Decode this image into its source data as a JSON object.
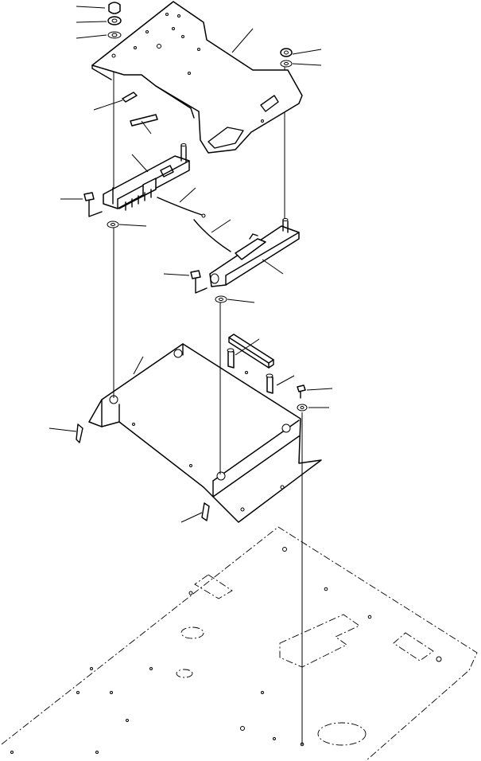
{
  "figure": {
    "kind": "exploded-parts-view",
    "background": "#ffffff",
    "line_color": "#000000",
    "text_labels": []
  },
  "parts": [
    {
      "name": "cap"
    },
    {
      "name": "nut"
    },
    {
      "name": "washer"
    },
    {
      "name": "upper-mounting-plate"
    },
    {
      "name": "bushing"
    },
    {
      "name": "pin"
    },
    {
      "name": "hinge-bracket-left"
    },
    {
      "name": "hinge-bracket-right"
    },
    {
      "name": "bolt"
    },
    {
      "name": "spring-wire"
    },
    {
      "name": "stud"
    },
    {
      "name": "rubber-strip"
    },
    {
      "name": "lower-mounting-bracket"
    },
    {
      "name": "clip"
    },
    {
      "name": "floor-plate"
    }
  ]
}
